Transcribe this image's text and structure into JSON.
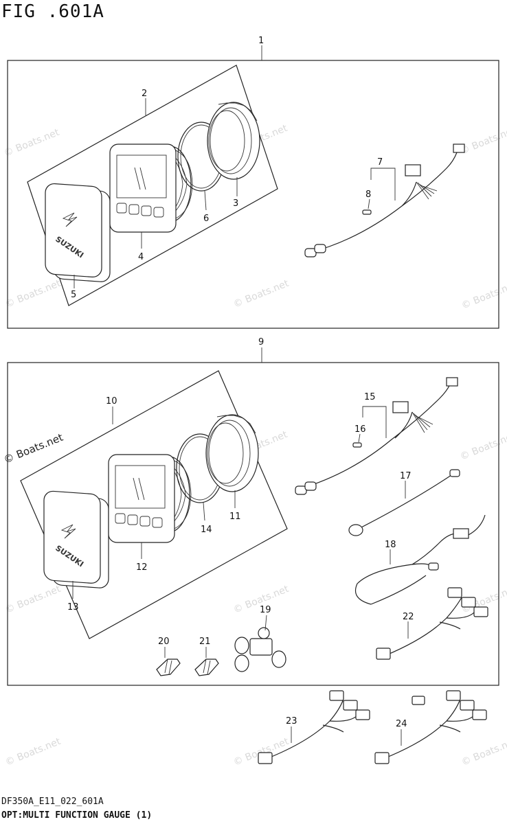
{
  "figure": {
    "title": "FIG .601A",
    "code": "DF350A_E11_022_601A",
    "caption": "OPT:MULTI FUNCTION GAUGE (1)"
  },
  "watermark": "© Boats.net",
  "brand_text": "SUZUKI",
  "callouts": [
    "1",
    "2",
    "3",
    "4",
    "5",
    "6",
    "7",
    "8",
    "9",
    "10",
    "11",
    "12",
    "13",
    "14",
    "15",
    "16",
    "17",
    "18",
    "19",
    "20",
    "21",
    "22",
    "23",
    "24"
  ]
}
